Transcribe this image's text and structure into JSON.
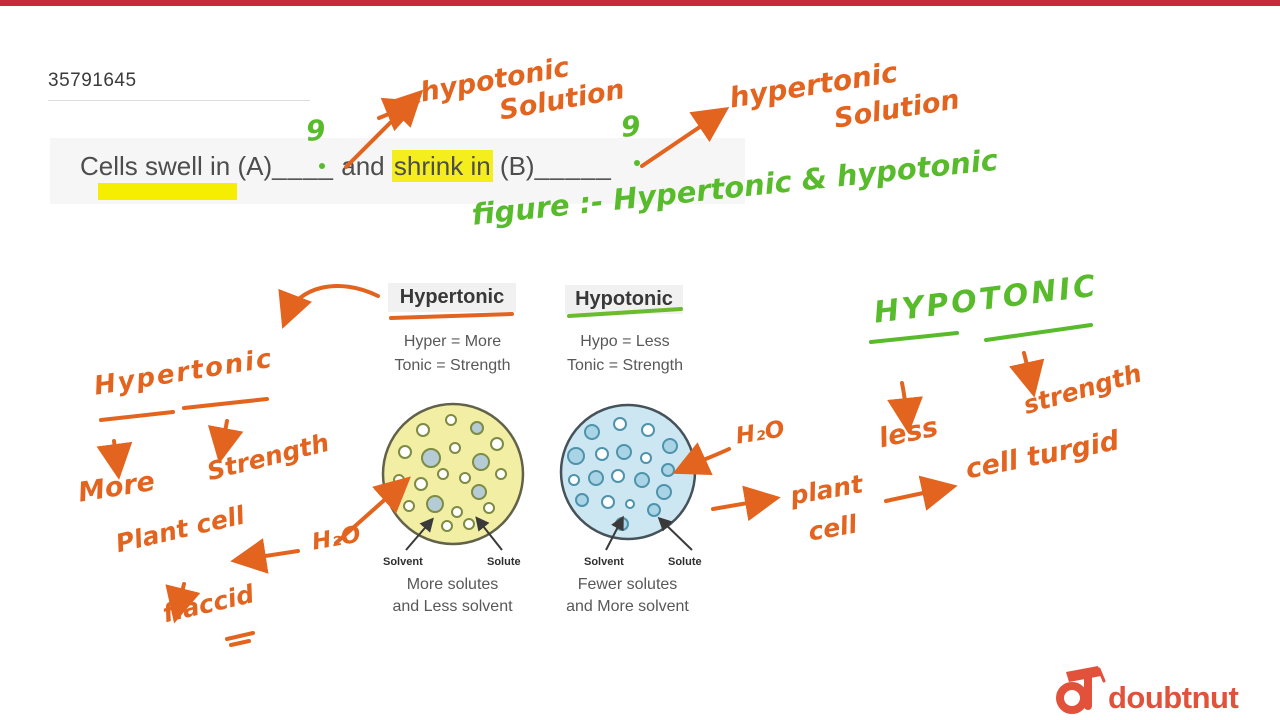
{
  "page": {
    "top_bar_color": "#c52b39",
    "background": "#ffffff"
  },
  "question_id": "35791645",
  "question": {
    "prefix": "Cells swell in (A)",
    "blank_a": "____",
    "middle": "and",
    "highlight": "shrink in",
    "suffix": "(B)",
    "blank_b": "_____",
    "sup_a": "9",
    "sup_b": "9",
    "highlight_color": "#f5ee00"
  },
  "annotations": {
    "orange_color": "#e2641f",
    "green_color": "#58bb2b",
    "top_left": {
      "word1": "hypotonic",
      "word2": "Solution"
    },
    "top_right": {
      "word1": "hypertonic",
      "word2": "Solution"
    },
    "figure_note": "figure :- Hypertonic & hypotonic",
    "left_cluster": {
      "title": "Hypertonic",
      "more": "More",
      "strength": "Strength",
      "plant_cell": "Plant cell",
      "h2o": "H₂O",
      "flaccid": "flaccid"
    },
    "right_cluster": {
      "h2o": "H₂O",
      "plant": "plant",
      "cell": "cell",
      "cell_turgid": "cell turgid",
      "hypotonic": "HYPOTONIC",
      "less": "less",
      "strength": "strength"
    }
  },
  "diagram": {
    "left": {
      "title": "Hypertonic",
      "rule1": "Hyper = More",
      "rule2": "Tonic = Strength",
      "solvent_label": "Solvent",
      "solute_label": "Solute",
      "caption_line1": "More solutes",
      "caption_line2": "and Less solvent",
      "cell_fill": "#f2efa5"
    },
    "right": {
      "title": "Hypotonic",
      "rule1": "Hypo = Less",
      "rule2": "Tonic = Strength",
      "solvent_label": "Solvent",
      "solute_label": "Solute",
      "caption_line1": "Fewer solutes",
      "caption_line2": "and More solvent",
      "cell_fill": "#cce6f2"
    }
  },
  "brand": {
    "wordmark": "doubtnut",
    "color": "#e2513a"
  }
}
